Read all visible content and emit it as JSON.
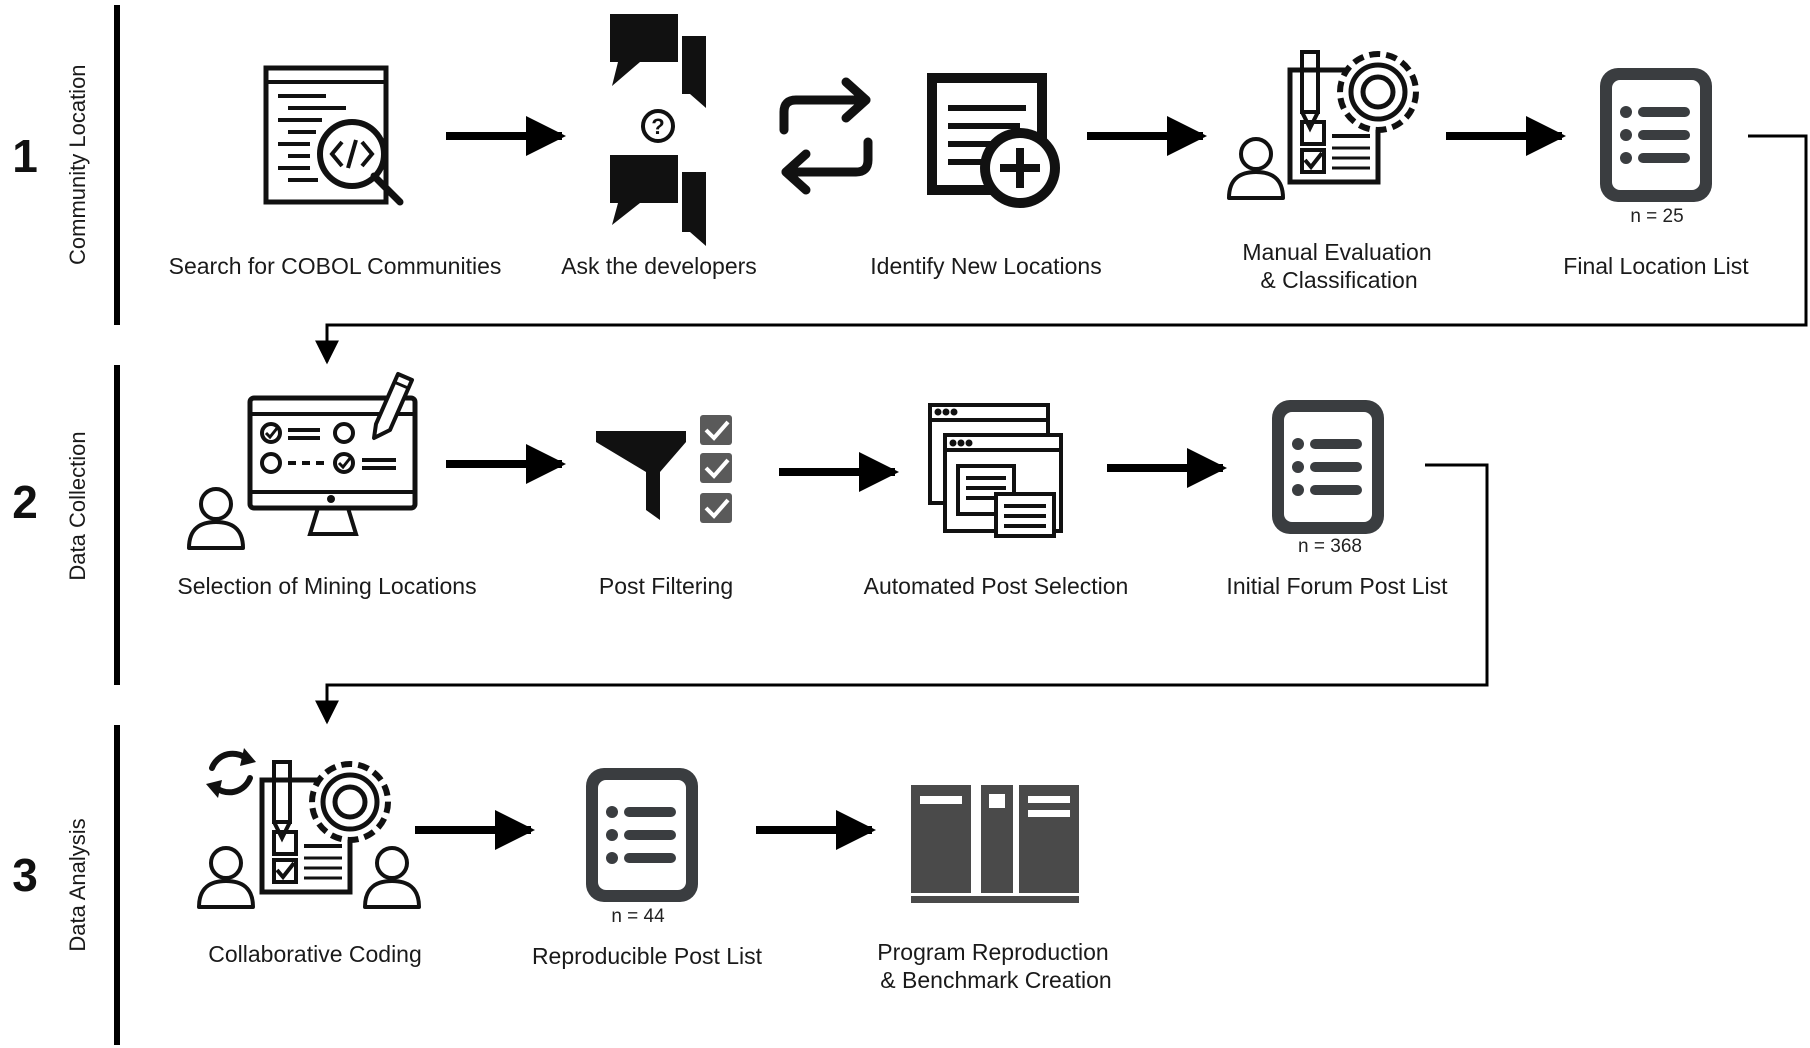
{
  "phases": [
    {
      "number": "1",
      "title": "Community Location"
    },
    {
      "number": "2",
      "title": "Data Collection"
    },
    {
      "number": "3",
      "title": "Data Analysis"
    }
  ],
  "row1": {
    "search": "Search for COBOL Communities",
    "ask": "Ask the developers",
    "identify": "Identify New Locations",
    "manual_line1": "Manual Evaluation",
    "manual_line2": "& Classification",
    "final": "Final Location List",
    "final_count": "n = 25"
  },
  "row2": {
    "selection": "Selection of Mining Locations",
    "filtering": "Post Filtering",
    "automated": "Automated Post Selection",
    "initial": "Initial Forum Post List",
    "initial_count": "n = 368"
  },
  "row3": {
    "coding": "Collaborative Coding",
    "reproducible": "Reproducible Post List",
    "reproducible_count": "n = 44",
    "program_line1": "Program Reproduction",
    "program_line2": "& Benchmark Creation"
  },
  "colors": {
    "icon": "#111111",
    "list_icon": "#3a3d40",
    "server": "#4a4a4a",
    "check_box": "#5a5a5a"
  }
}
